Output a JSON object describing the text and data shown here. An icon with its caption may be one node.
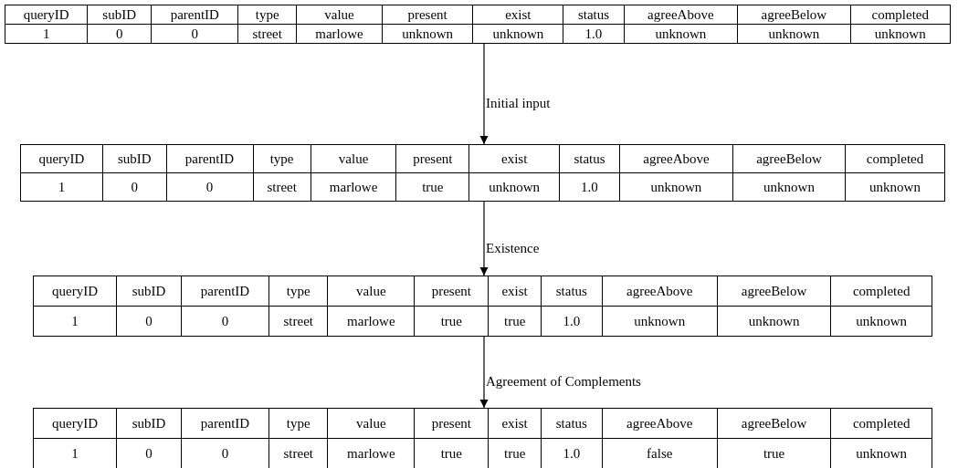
{
  "diagram": {
    "nodes": [
      {
        "text": [
          "queryID",
          "subID",
          "parentID",
          "type",
          "value",
          "present",
          "exist",
          "status",
          "agreeAbove",
          "agreeBelow",
          "completed",
          "1",
          "0",
          "0",
          "street",
          "marlowe",
          "unknown",
          "unknown",
          "1.0",
          "unknown",
          "unknown",
          "unknown"
        ]
      },
      {
        "text": [
          "queryID",
          "subID",
          "parentID",
          "type",
          "value",
          "present",
          "exist",
          "status",
          "agreeAbove",
          "agreeBelow",
          "completed",
          "1",
          "0",
          "0",
          "street",
          "marlowe",
          "true",
          "unknown",
          "1.0",
          "unknown",
          "unknown",
          "unknown"
        ]
      },
      {
        "text": [
          "queryID",
          "subID",
          "parentID",
          "type",
          "value",
          "present",
          "exist",
          "status",
          "agreeAbove",
          "agreeBelow",
          "completed",
          "1",
          "0",
          "0",
          "street",
          "marlowe",
          "true",
          "true",
          "1.0",
          "unknown",
          "unknown",
          "unknown"
        ]
      },
      {
        "text": [
          "queryID",
          "subID",
          "parentID",
          "type",
          "value",
          "present",
          "exist",
          "status",
          "agreeAbove",
          "agreeBelow",
          "completed",
          "1",
          "0",
          "0",
          "street",
          "marlowe",
          "true",
          "true",
          "1.0",
          "false",
          "true",
          "unknown"
        ]
      }
    ],
    "edges": [
      {
        "from": 0,
        "to": 1,
        "arrow": "to",
        "label": "Initial input"
      },
      {
        "from": 1,
        "to": 2,
        "arrow": "to",
        "label": "Existence"
      },
      {
        "from": 2,
        "to": 3,
        "arrow": "to",
        "label": "Agreement of Complements"
      }
    ]
  }
}
